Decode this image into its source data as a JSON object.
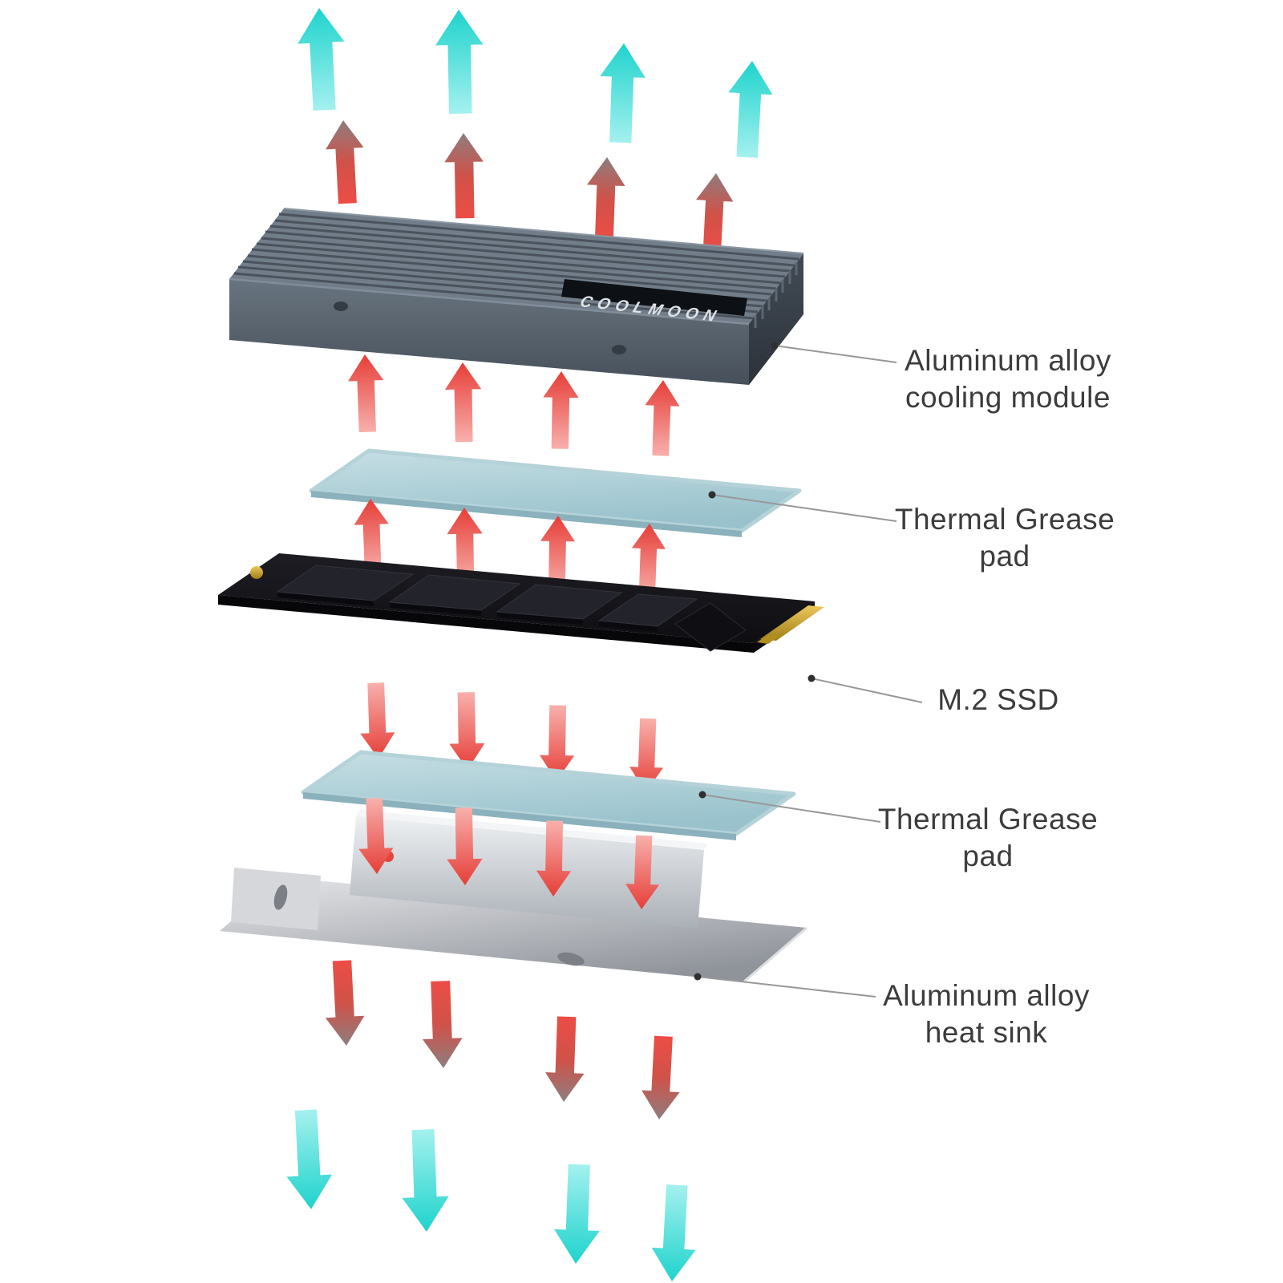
{
  "badge": {
    "text": "COOLMOON"
  },
  "labels": {
    "cooling_module": {
      "line1": "Aluminum alloy",
      "line2": "cooling module"
    },
    "thermal_pad_top": {
      "line1": "Thermal Grease",
      "line2": "pad"
    },
    "ssd": {
      "line1": "M.2 SSD"
    },
    "thermal_pad_bottom": {
      "line1": "Thermal Grease",
      "line2": "pad"
    },
    "heat_sink": {
      "line1": "Aluminum alloy",
      "line2": "heat sink"
    }
  },
  "colors": {
    "background": "#ffffff",
    "cool_air_arrow": "#2bd7d1",
    "heat_arrow": "#e8453f",
    "heatsink_body": "#5d6874",
    "thermal_pad": "#a9cdd6",
    "ssd_pcb": "#15151a",
    "connector_gold": "#c9a227",
    "bracket_silver": "#c6c8cd",
    "label_text": "#3c3c3c",
    "leader_line": "#98989a"
  }
}
